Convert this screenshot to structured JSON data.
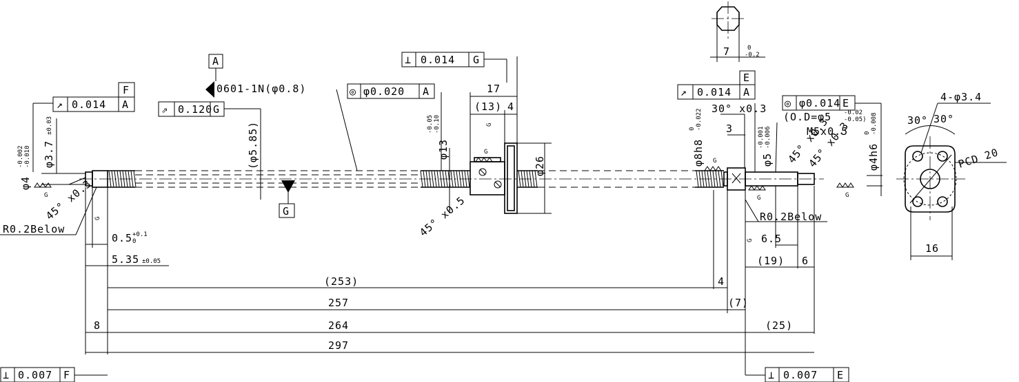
{
  "tolerances": {
    "runout_left": {
      "symbol": "↗",
      "value": "0.014",
      "datum": "A"
    },
    "datum_f": "F",
    "total_runout": {
      "symbol": "⇗",
      "value": "0.120",
      "datum": "G"
    },
    "datum_a": "A",
    "spec_note": "0601-1N(φ0.8)",
    "coaxial_nut": {
      "symbol": "◎",
      "value": "φ0.020",
      "datum": "A"
    },
    "perp_flange": {
      "symbol": "⊥",
      "value": "0.014",
      "datum": "G"
    },
    "runout_right": {
      "symbol": "↗",
      "value": "0.014",
      "datum": "A"
    },
    "datum_e": "E",
    "coaxial_right": {
      "symbol": "◎",
      "value": "φ0.014",
      "datum": "E"
    },
    "perp_bottom_left": {
      "symbol": "⊥",
      "value": "0.007",
      "datum": "F"
    },
    "perp_bottom_right": {
      "symbol": "⊥",
      "value": "0.007",
      "datum": "E"
    },
    "datum_g": "G"
  },
  "dimensions": {
    "d_phi4_left": "φ4",
    "d_phi4_left_tol_top": "-0.002",
    "d_phi4_left_tol_bot": "-0.010",
    "d_phi3_7": "φ3.7",
    "d_phi3_7_tol": "±0.03",
    "chamfer_left": "45° x0.3",
    "r_below_left": "R0.2Below",
    "d_0_5": "0.5",
    "d_0_5_tol_top": "+0.1",
    "d_0_5_tol_bot": "0",
    "d_5_35": "5.35",
    "d_5_35_tol": "±0.05",
    "d_5_85": "(φ5.85)",
    "d_phi13": "φ13",
    "d_phi13_tol_top": "-0.05",
    "d_phi13_tol_bot": "-0.10",
    "chamfer_nut": "45° x0.5",
    "d_17": "17",
    "d_13": "(13)",
    "d_4_flange": "4",
    "d_phi26": "φ26",
    "d_phi8h8": "φ8h8",
    "d_phi8h8_tol_top": "0",
    "d_phi8h8_tol_bot": "-0.022",
    "chamfer_30": "30° x0.3",
    "d_3": "3",
    "d_phi5": "φ5",
    "d_phi5_tol_top": "-0.001",
    "d_phi5_tol_bot": "-0.006",
    "od_note": "(O.D=φ5",
    "od_tol_top": "-0.02",
    "od_tol_bot": "-0.05)",
    "thread_m5": "M5x0.5",
    "chamfer_r1": "45° x0.3",
    "chamfer_r2": "45° x0.3",
    "d_phi4h6": "φ4h6",
    "d_phi4h6_tol_top": "0",
    "d_phi4h6_tol_bot": "-0.008",
    "r_below_right": "R0.2Below",
    "d_6_5": "6.5",
    "d_19": "(19)",
    "d_6": "6",
    "d_253": "(253)",
    "d_4_bot": "4",
    "d_257": "257",
    "d_7_paren": "(7)",
    "d_8": "8",
    "d_264": "264",
    "d_25": "(25)",
    "d_297": "297",
    "d_7_flat": "7",
    "d_7_flat_tol_top": "0",
    "d_7_flat_tol_bot": "-0.2",
    "holes": "4-φ3.4",
    "angle_a": "30°",
    "angle_b": "30°",
    "pcd": "PCD 20",
    "d_16": "16",
    "surface_g": "G"
  }
}
